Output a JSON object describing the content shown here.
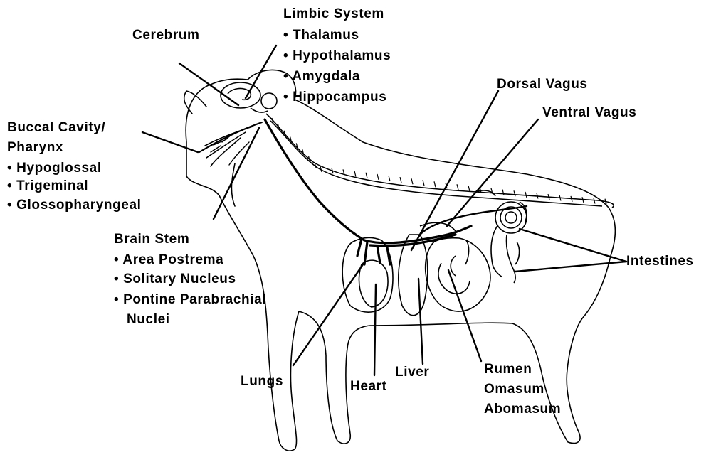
{
  "labels": {
    "limbic_heading": "Limbic System",
    "limbic_items": [
      "• Thalamus",
      "• Hypothalamus",
      "• Amygdala",
      "• Hippocampus"
    ],
    "cerebrum": "Cerebrum",
    "buccal_line1": "Buccal Cavity/",
    "buccal_line2": "Pharynx",
    "buccal_items": [
      "• Hypoglossal",
      "• Trigeminal",
      "• Glossopharyngeal"
    ],
    "brainstem_heading": "Brain Stem",
    "brainstem_items": [
      "• Area Postrema",
      "• Solitary Nucleus",
      "• Pontine Parabrachial"
    ],
    "brainstem_continuation": "Nuclei",
    "dorsal_vagus": "Dorsal Vagus",
    "ventral_vagus": "Ventral Vagus",
    "intestines": "Intestines",
    "lungs": "Lungs",
    "heart": "Heart",
    "liver": "Liver",
    "stomach_items": [
      "Rumen",
      "Omasum",
      "Abomasum"
    ]
  }
}
